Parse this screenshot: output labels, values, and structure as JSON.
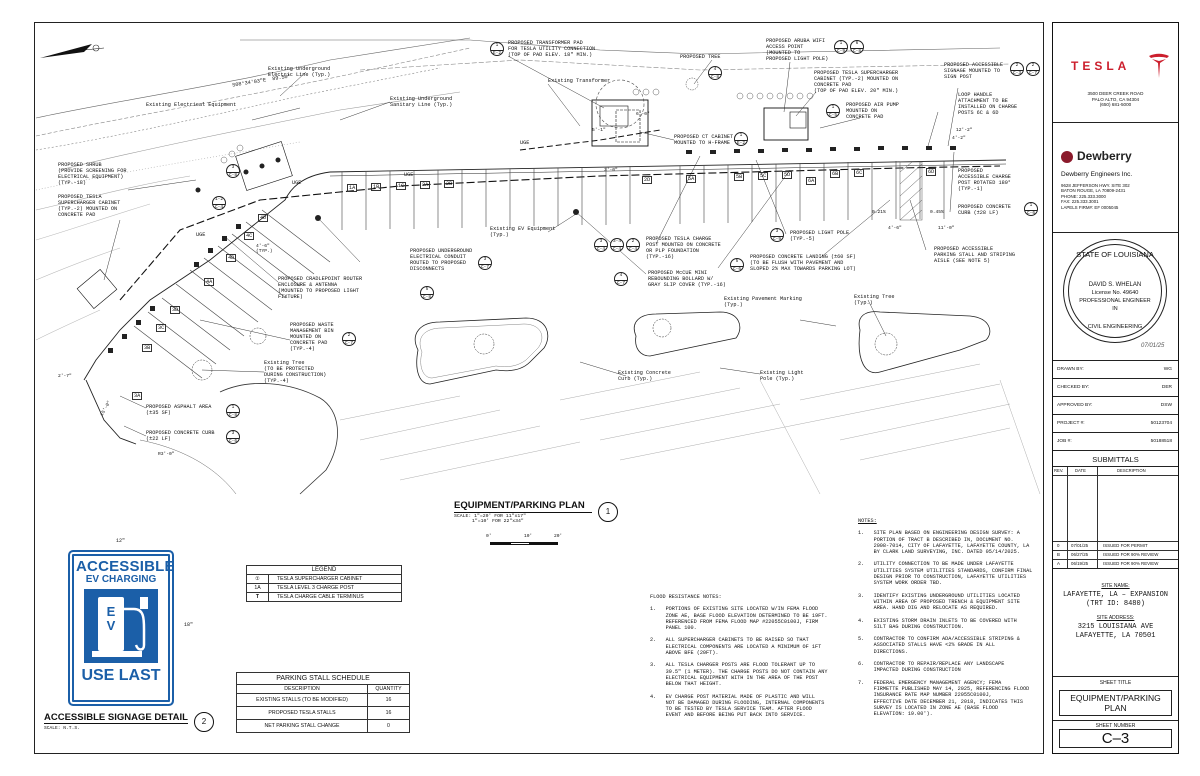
{
  "plan": {
    "title": "EQUIPMENT/PARKING PLAN",
    "scale_1": "SCALE: 1\"=20' FOR 11\"x17\"",
    "scale_2": "1\"=10' FOR 22\"x34\"",
    "detail_no": "1",
    "bar_scale": [
      "0'",
      "10'",
      "20'"
    ]
  },
  "annotations": {
    "transformer_pad": "PROPOSED TRANSFORMER PAD\nFOR TESLA UTILITY CONNECTION\n(TOP OF PAD ELEV. 18\" MIN.)",
    "transformer_ref": "1\nE-2",
    "existing_transformer": "Existing Transformer",
    "proposed_tree": "PROPOSED TREE",
    "tree_ref": "4\nC-8",
    "aruba": "PROPOSED ARUBA WIFI\nACCESS POINT\n(MOUNTED TO\nPROPOSED LIGHT POLE)",
    "aruba_ref1": "1\nC-9",
    "aruba_ref2": "6\nC-8",
    "sc_cabinet": "PROPOSED TESLA SUPERCHARGER\nCABINET (TYP.-2) MOUNTED ON\nCONCRETE PAD\n(TOP OF PAD ELEV. 20\" MIN.)",
    "signage": "PROPOSED ACCESSIBLE\nSIGNAGE MOUNTED TO\nSIGN POST",
    "signage_ref1": "2\nC-3",
    "signage_ref2": "2\nC-7",
    "air_pump": "PROPOSED AIR PUMP\nMOUNTED ON\nCONCRETE PAD",
    "air_pump_ref": "1\nC-5",
    "loop_handle": "LOOP HANDLE\nATTACHMENT TO BE\nINSTALLED ON CHARGE\nPOSTS 6C & 6D",
    "existing_ug_electric": "Existing Underground\nElectric Line (Typ.)",
    "existing_electrical_equip": "Existing Electrical Equipment",
    "existing_sanitary": "Existing Underground\nSanitary Line (Typ.)",
    "ct_cabinet": "PROPOSED CT CABINET\nMOUNTED TO H-FRAME",
    "ct_ref": "1\nE-2",
    "shrub": "PROPOSED SHRUB\n(PROVIDE SCREENING FOR\nELECTRICAL EQUIPMENT)\n(TYP.-18)",
    "shrub_ref": "3\nC-8",
    "sc_cabinet_left": "PROPOSED TESLA\nSUPERCHARGER CABINET\n(TYP.-2) MOUNTED ON\nCONCRETE PAD",
    "sc_cabinet_left_ref": "1-2\nC-4",
    "charge_post_rotated": "PROPOSED\nACCESSIBLE CHARGE\nPOST ROTATED 180°\n(TYP.-1)",
    "concrete_curb_right": "PROPOSED CONCRETE\nCURB (±28 LF)",
    "concrete_curb_right_ref": "1\nC-6",
    "existing_ev": "Existing EV Equipment\n(Typ.)",
    "light_pole": "PROPOSED LIGHT POLE\n(TYP.-5)",
    "light_pole_ref": "3\nC-9",
    "charge_post": "PROPOSED TESLA CHARGE\nPOST MOUNTED ON CONCRETE\nOR PLP FOUNDATION\n(TYP.-16)",
    "charge_post_refs": [
      "3\nC-4",
      "3-4\nC-4",
      "2\nC-4"
    ],
    "concrete_landing": "PROPOSED CONCRETE LANDING (±60 SF)\n(TO BE FLUSH WITH PAVEMENT AND\nSLOPED 2% MAX TOWARDS PARKING LOT)",
    "concrete_landing_ref": "5\nC-6",
    "accessible_stall": "PROPOSED ACCESSIBLE\nPARKING STALL AND STRIPING\nAISLE (SEE NOTE 5)",
    "ug_conduit": "PROPOSED UNDERGROUND\nELECTRICAL CONDUIT\nROUTED TO PROPOSED\nDISCONNECTS",
    "ug_conduit_ref": "3\nC-7",
    "bollard": "PROPOSED McCUE MINI\nREBOUNDING BOLLARD W/\nGRAY SLIP COVER (TYP.-16)",
    "bollard_ref": "4\nC-7",
    "router": "PROPOSED CRADLEPOINT ROUTER\nENCLOSURE & ANTENNA\n(MOUNTED TO PROPOSED LIGHT\nFIXTURE)",
    "router_ref": "5\nC-8",
    "pavement_marking": "Existing Pavement Marking\n(Typ.)",
    "existing_tree_top": "Existing Tree\n(Typ.)",
    "waste_bin": "PROPOSED WASTE\nMANAGEMENT BIN\nMOUNTED ON\nCONCRETE PAD\n(TYP.-4)",
    "waste_bin_ref": "2\nC-7",
    "existing_tree_protected": "Existing Tree\n(TO BE PROTECTED\nDURING CONSTRUCTION)\n(TYP.-4)",
    "existing_concrete_curb": "Existing Concrete\nCurb (Typ.)",
    "existing_light_pole": "Existing Light\nPole (Typ.)",
    "asphalt": "PROPOSED ASPHALT AREA\n(±35 SF)",
    "asphalt_ref": "1\nC-8",
    "concrete_curb_left": "PROPOSED CONCRETE CURB\n(±22 LF)",
    "concrete_curb_left_ref": "3\nC-6",
    "radius": "R3'-0\"",
    "dims": [
      "12'-2\"",
      "4'-2\"",
      "4'-6\"",
      "11'-0\"",
      "0.21%",
      "0.45%",
      "3'-0\"",
      "6'-0\"",
      "5'-1\"",
      "4'-6\"\n(TYP.)",
      "2'-7\"",
      "15'-0\""
    ],
    "ug_labels": [
      "UGE",
      "UGE",
      "UGE",
      "UGE"
    ],
    "stall_labels": [
      "1A",
      "1B",
      "1C",
      "2A",
      "2B",
      "2D",
      "5A",
      "5B",
      "5C",
      "5D",
      "6A",
      "6B",
      "6C",
      "6D",
      "4D",
      "4C",
      "4B",
      "4A",
      "3D",
      "3C",
      "3B",
      "3A"
    ]
  },
  "signage_detail": {
    "title": "ACCESSIBLE SIGNAGE DETAIL",
    "detail_no": "2",
    "scale": "SCALE:  N.T.S.",
    "line1": "ACCESSIBLE",
    "line2": "EV CHARGING",
    "ev_letters": "E V",
    "line3": "USE LAST",
    "width_dim": "12\"",
    "height_dim": "18\""
  },
  "legend": {
    "title": "LEGEND",
    "items": [
      {
        "symbol": "①",
        "label": "TESLA SUPERCHARGER CABINET"
      },
      {
        "symbol": "1A",
        "label": "TESLA LEVEL 3 CHARGE POST"
      },
      {
        "symbol": "T",
        "label": "TESLA CHARGE CABLE TERMINUS"
      }
    ]
  },
  "schedule": {
    "title": "PARKING STALL SCHEDULE",
    "headers": [
      "DESCRIPTION",
      "QUANTITY"
    ],
    "rows": [
      [
        "EXISTING STALLS (TO BE MODIFIED)",
        "16"
      ],
      [
        "PROPOSED TESLA STALLS",
        "16"
      ],
      [
        "NET PARKING STALL CHANGE",
        "0"
      ]
    ]
  },
  "flood": {
    "title": "FLOOD RESISTANCE NOTES:",
    "items": [
      "1.   PORTIONS OF EXISTING SITE LOCATED W/IN FEMA FLOOD\n     ZONE AE, BASE FLOOD ELEVATION DETERMINED TO BE 19FT.\n     REFERENCED FROM FEMA FLOOD MAP #22055C0100J, FIRM\n     PANEL 100.",
      "2.   ALL SUPERCHARGER CABINETS TO BE RAISED SO THAT\n     ELECTRICAL COMPONENTS ARE LOCATED A MINIMUM OF 1FT\n     ABOVE BFE (20FT).",
      "3.   ALL TESLA CHARGER POSTS ARE FLOOD TOLERANT UP TO\n     39.5\" (1 METER). THE CHARGE POSTS DO NOT CONTAIN ANY\n     ELECTRICAL EQUIPMENT WITH IN THE AREA OF THE POST\n     BELOW THAT HEIGHT.",
      "4.   EV CHARGE POST MATERIAL MADE OF PLASTIC AND WILL\n     NOT BE DAMAGED DURING FLOODING, INTERNAL COMPONENTS\n     TO BE TESTED BY TESLA SERVICE TEAM. AFTER FLOOD\n     EVENT AND BEFORE BEING PUT BACK INTO SERVICE."
    ]
  },
  "notes": {
    "title": "NOTES:",
    "items": [
      "1.   SITE PLAN BASED ON ENGINEERING DESIGN SURVEY: A\n     PORTION OF TRACT B DESCRIBED IN, DOCUMENT NO.\n     2008-7014, CITY OF LAFAYETTE, LAFAYETTE COUNTY, LA\n     BY CLARK LAND SURVEYING, INC. DATED 05/14/2025.",
      "2.   UTILITY CONNECTION TO BE MADE UNDER LAFAYETTE\n     UTILITIES SYSTEM UTILITIES STANDARDS, CONFIRM FINAL\n     DESIGN PRIOR TO CONSTRUCTION, LAFAYETTE UTILITIES\n     SYSTEM WORK ORDER TBD.",
      "3.   IDENTIFY EXISTING UNDERGROUND UTILITIES LOCATED\n     WITHIN AREA OF PROPOSED TRENCH & EQUIPMENT SITE\n     AREA. HAND DIG AND RELOCATE AS REQUIRED.",
      "4.   EXISTING STORM DRAIN INLETS TO BE COVERED WITH\n     SILT BAG DURING CONSTRUCTION.",
      "5.   CONTRACTOR TO CONFIRM ADA/ACCESSIBLE STRIPING &\n     ASSOCIATED STALLS HAVE <2% GRADE IN ALL\n     DIRECTIONS.",
      "6.   CONTRACTOR TO REPAIR/REPLACE ANY LANDSCAPE\n     IMPACTED DURING CONSTRUCTION",
      "7.   FEDERAL EMERGENCY MANAGEMENT AGENCY; FEMA\n     FIRMETTE PUBLISHED MAY 14, 2025, REFERENCING FLOOD\n     INSURANCE RATE MAP NUMBER 22055C0100J,\n     EFFECTIVE DATE DECEMBER 21, 2018, INDICATES THIS\n     SURVEY IS LOCATED IN ZONE AE (BASE FLOOD\n     ELEVATION: 19.00')."
    ]
  },
  "titleblock": {
    "tesla_logo": "TESLA",
    "tesla_address": "3500 DEER CREEK ROAD\nPALO ALTO, CA 94304\n(650) 681-5000",
    "dewberry_name": "Dewberry",
    "dewberry_sub": "Dewberry Engineers Inc.",
    "dewberry_address": "9628 JEFFERSON HWY. SITE 302\nBATON ROUGE, LA 70809-2431\nPHONE: 225.333.3000\nFAX: 225.333.3001\nLAPELS FIRM#: EF 0005045",
    "seal_state": "STATE OF LOUISIANA",
    "seal_name": "DAVID S. WHELAN",
    "seal_license": "License No. 49640",
    "seal_title": "PROFESSIONAL ENGINEER",
    "seal_in": "IN",
    "seal_bottom": "CIVIL ENGINEERING",
    "seal_date": "07/01/25",
    "drawn_by_label": "DRAWN BY:",
    "drawn_by": "WG",
    "checked_by_label": "CHECKED BY:",
    "checked_by": "DER",
    "approved_by_label": "APPROVED BY:",
    "approved_by": "DSW",
    "project_label": "PROJECT #:",
    "project": "50123704",
    "job_label": "JOB #:",
    "job": "50188518",
    "submittals_title": "SUBMITTALS",
    "submittals_headers": [
      "REV.",
      "DATE",
      "DESCRIPTION"
    ],
    "submittals": [
      [
        "0",
        "07/01/25",
        "ISSUED FOR PERMIT"
      ],
      [
        "B",
        "06/27/25",
        "ISSUED FOR 90% REVIEW"
      ],
      [
        "A",
        "06/19/25",
        "ISSUED FOR 90% REVIEW"
      ]
    ],
    "site_name_label": "SITE NAME:",
    "site_name": "LAFAYETTE, LA – EXPANSION\n(TRT ID: 8480)",
    "site_address_label": "SITE ADDRESS:",
    "site_address": "3215 LOUISIANA AVE\nLAFAYETTE, LA 70501",
    "sheet_title_label": "SHEET TITLE",
    "sheet_title": "EQUIPMENT/PARKING\nPLAN",
    "sheet_number_label": "SHEET NUMBER",
    "sheet_number": "C–3"
  },
  "survey": {
    "bearing": "S08°34'03\"E  89.50'"
  }
}
